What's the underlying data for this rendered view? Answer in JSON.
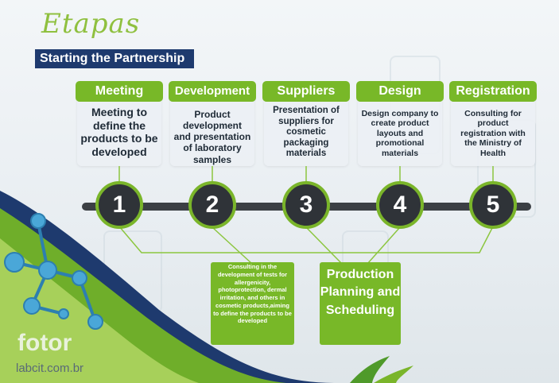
{
  "title_script": "Etapas",
  "subtitle": "Starting the Partnership",
  "steps": [
    {
      "number": "1",
      "title": "Meeting",
      "body": "Meeting to define the products to be developed"
    },
    {
      "number": "2",
      "title": "Development",
      "body": "Product development and presentation of laboratory samples"
    },
    {
      "number": "3",
      "title": "Suppliers",
      "body": "Presentation of suppliers for cosmetic packaging materials"
    },
    {
      "number": "4",
      "title": "Design",
      "body": "Design company to create product layouts and promotional materials"
    },
    {
      "number": "5",
      "title": "Registration",
      "body": "Consulting for product registration with the Ministry of Health"
    }
  ],
  "consulting_note": "Consulting in the development of tests for allergenicity, photoprotection, dermal irritation, and others in cosmetic products,aiming to define the products to be developed",
  "production_box": "Production Planning and Scheduling",
  "brand": "fotor",
  "website": "labcit.com.br",
  "colors": {
    "accent_green": "#78b828",
    "navy": "#1e3a6e",
    "circle_dark": "#2f3338"
  }
}
